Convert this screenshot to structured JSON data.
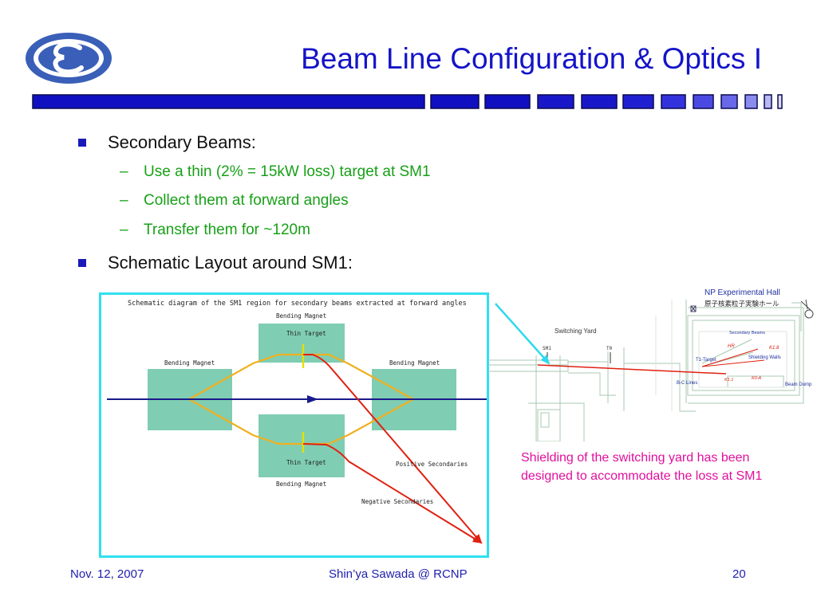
{
  "title": "Beam Line Configuration & Optics I",
  "bullets": [
    {
      "text": "Secondary Beams:",
      "subs": [
        "Use a thin (2% = 15kW loss) target at SM1",
        "Collect them at forward angles",
        "Transfer them for ~120m"
      ]
    },
    {
      "text": "Schematic Layout around SM1:"
    }
  ],
  "diagram": {
    "title": "Schematic diagram of the SM1 region for secondary beams extracted at forward angles",
    "labels": {
      "bending_magnet_top": "Bending Magnet",
      "thin_target_top": "Thin Target",
      "bending_magnet_left": "Bending Magnet",
      "bending_magnet_right": "Bending Magnet",
      "thin_target_bottom": "Thin Target",
      "bending_magnet_bottom": "Bending Magnet",
      "positive_secondaries": "Positive Secondaries",
      "negative_secondaries": "Negative Secondaries"
    },
    "colors": {
      "magnet": "#7fcdb2",
      "beam": "#1a1a8c",
      "orbit": "#f0b020",
      "secondary": "#e02010",
      "target": "#e8e000",
      "frame": "#30e0f0"
    }
  },
  "plan": {
    "hall_en": "NP Experimental Hall",
    "hall_jp": "原子核素粒子実験ホール",
    "switching_yard": "Switching Yard",
    "sm1": "SM1",
    "t0": "T0",
    "secondary_beams": "Secondary Beams",
    "hr": "HR",
    "k18": "K1.8",
    "t1_target": "T1-Target",
    "shielding_walls": "Shielding Walls",
    "k11": "K1.1",
    "k0a": "K0-A",
    "bc_lines": "B-C Lines",
    "beam_dump": "Beam Dump"
  },
  "note": "Shielding of the switching yard has been designed to accommodate the loss at SM1",
  "footer": {
    "date": "Nov. 12, 2007",
    "author": "Shin’ya Sawada @ RCNP",
    "page": "20"
  },
  "colors": {
    "title": "#1414c8",
    "subtext": "#18a018",
    "note": "#e0109c",
    "footer": "#2020b0",
    "bar": "#1010c0"
  }
}
